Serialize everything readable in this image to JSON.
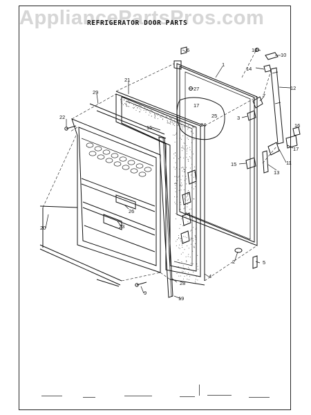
{
  "watermark": "AppliancePartsPros.com",
  "title": "REFRIGERATOR DOOR PARTS",
  "callouts": {
    "c1": "1",
    "c2": "2",
    "c3": "3",
    "c5": "5",
    "c6": "6",
    "c7": "7",
    "c9": "9",
    "c10": "10",
    "c11": "11",
    "c12": "12",
    "c13": "13",
    "c14": "14",
    "c15a": "15",
    "c15b": "15",
    "c16": "16",
    "c17a": "17",
    "c17b": "17",
    "c18": "18",
    "c19": "19",
    "c20": "20",
    "c21": "21",
    "c22": "22",
    "c23": "23",
    "c24": "24",
    "c25": "25",
    "c26": "26",
    "c27": "27",
    "c28": "28",
    "c29": "29",
    "c4": "4"
  }
}
